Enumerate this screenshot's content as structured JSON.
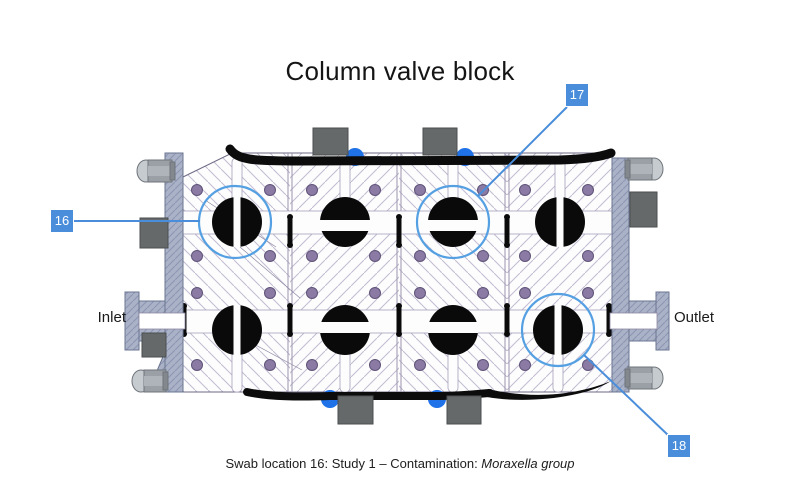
{
  "figure": {
    "title": "Column valve block",
    "ports": {
      "inlet": "Inlet",
      "outlet": "Outlet"
    },
    "callouts": [
      {
        "label": "16"
      },
      {
        "label": "17"
      },
      {
        "label": "18"
      }
    ],
    "caption": {
      "text": "Swab location 16: Study 1 – Contamination: ",
      "emphasis": "Moraxella group"
    },
    "colors": {
      "callout_blue": "#4a8edb",
      "highlight_blue": "#55a0e2",
      "seal_blue": "#1f72e8",
      "metal_lavender": "#aab2c8",
      "dark_gray": "#66696a",
      "bolt_hole_purple": "#8a7aa4",
      "valve_black": "#0a0a0a"
    }
  }
}
